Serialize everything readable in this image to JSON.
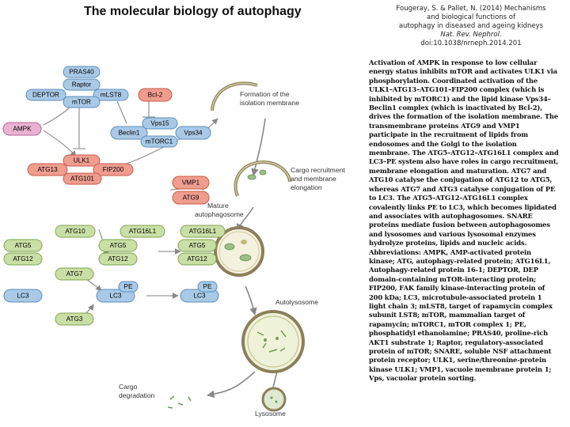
{
  "title": "The molecular biology of autophagy",
  "citation": {
    "line1": "Fougeray, S. & Pallet, N. (2014) Mechanisms",
    "line2": "and biological functions of",
    "line3": "autophagy in diseased and ageing kidneys",
    "line4": "Nat. Rev. Nephrol.",
    "line5": "doi:10.1038/nrneph.2014.201"
  },
  "description": "Activation of AMPK in response to low cellular energy status inhibits mTOR and activates ULK1 via phosphorylation. Coordinated activation of the ULK1–ATG13–ATG101–FIP200 complex (which is inhibited by mTORC1) and the lipid kinase Vps34–Beclin1 complex (which is inactivated by Bcl-2), drives the formation of the isolation membrane. The transmembrane proteins ATG9 and VMP1 participate in the recruitment of lipids from endosomes and the Golgi to the isolation membrane. The ATG5–ATG12–ATG16L1 complex and LC3–PE system also have roles in cargo recruitment, membrane elongation and maturation. ATG7 and ATG10 catalyse the conjugation of ATG12 to ATG5, whereas ATG7 and ATG3 catalyse conjugation of PE to LC3. The ATG5–ATG12–ATG16L1 complex covalently links PE to LC3, which becomes lipidated and associates with autophagosomes. SNARE proteins mediate fusion between autophagosomes and lysosomes and various lysosomal enzymes hydrolyze proteins, lipids and nucleic acids. Abbreviations: AMPK, AMP-activated protein kinase; ATG, autophagy-related protein; ATG16L1, Autophagy-related protein 16-1; DEPTOR, DEP domain-containing mTOR-interacting protein; FIP200, FAK family kinase-interacting protein of 200 kDa; LC3, microtubule-associated protein 1 light chain 3; mLST8, target of rapamycin complex subunit LST8; mTOR, mammalian target of rapamycin; mTORC1, mTOR complex 1; PE, phosphatidyl ethanolamine; PRAS40, proline-rich AKT1 substrate 1; Raptor, regulatory-associated protein of mTOR; SNARE, soluble NSF attachment protein receptor; ULK1, serine/threonine-protein kinase ULK1; VMP1, vacuole membrane protein 1; Vps, vacuolar protein sorting.",
  "colors": {
    "blue": "#a9c9e6",
    "blue_stroke": "#5d8fbe",
    "red": "#ef9d8f",
    "red_stroke": "#c85a48",
    "pink": "#e9b2d0",
    "pink_stroke": "#b8659a",
    "green": "#c9dfa6",
    "green_stroke": "#7fa54f",
    "arrow": "#888888",
    "membrane": "#8a7f5a"
  },
  "diagram": {
    "nodes": {
      "pras40": "PRAS40",
      "raptor": "Raptor",
      "deptor": "DEPTOR",
      "mlst8": "mLST8",
      "mtor": "mTOR",
      "bcl2": "Bcl-2",
      "ampk": "AMPK",
      "vps15": "Vps15",
      "beclin1": "Beclin1",
      "vps34": "Vps34",
      "mtorc1": "mTORC1",
      "ulk1": "ULK1",
      "atg13": "ATG13",
      "fip200": "FIP200",
      "atg101": "ATG101",
      "vmp1": "VMP1",
      "atg9": "ATG9",
      "atg10": "ATG10",
      "atg16l1_a": "ATG16L1",
      "atg16l1_b": "ATG16L1",
      "atg5_a": "ATG5",
      "atg5_b": "ATG5",
      "atg5_c": "ATG5",
      "atg12_a": "ATG12",
      "atg12_b": "ATG12",
      "atg12_c": "ATG12",
      "atg7": "ATG7",
      "lc3_a": "LC3",
      "lc3_b": "LC3",
      "lc3_c": "LC3",
      "pe_a": "PE",
      "pe_b": "PE",
      "atg3": "ATG3"
    },
    "stages": {
      "isolation": "Formation of the isolation membrane",
      "cargo": "Cargo recruitment and membrane elongation",
      "mature": "Mature autophagosome",
      "autolysosome": "Autolysosome",
      "lysosome": "Lysosome",
      "degradation": "Cargo degradation"
    }
  }
}
